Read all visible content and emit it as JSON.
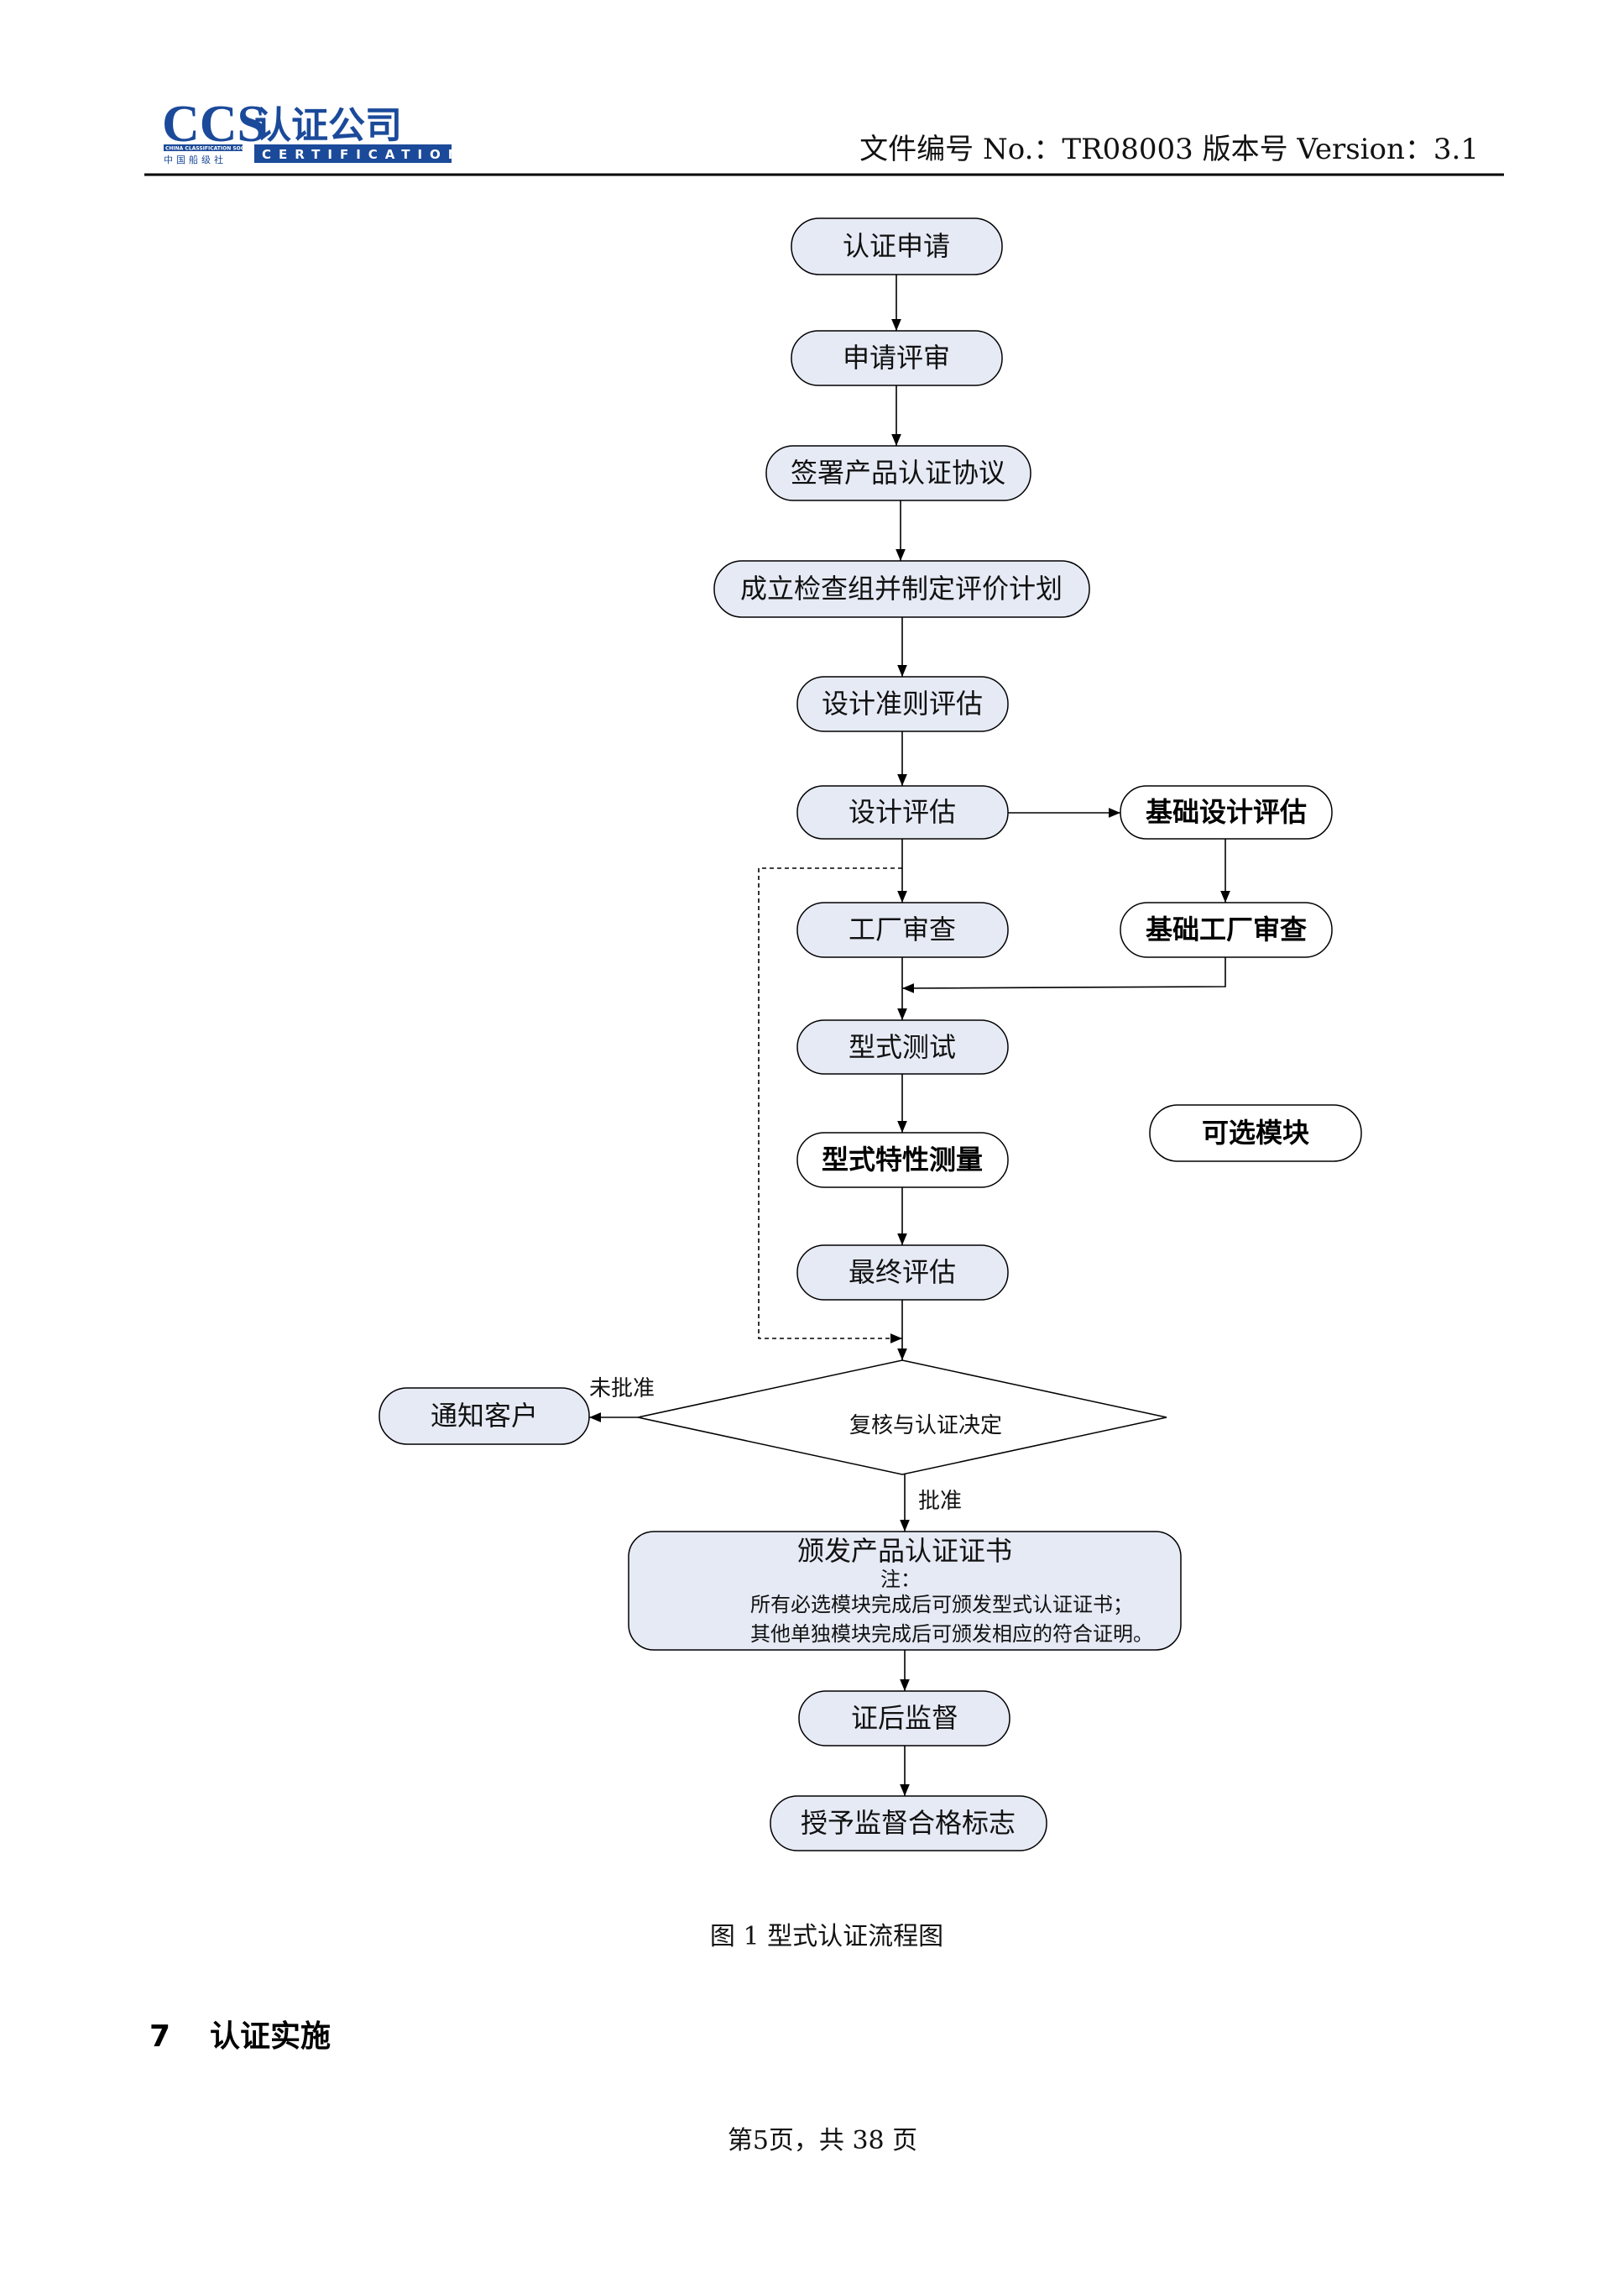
{
  "header": {
    "logo": {
      "abbr": "CCS",
      "company_cn": "认证公司",
      "society_en": "CHINA CLASSIFICATION SOCIETY",
      "society_cn": "中国船级社",
      "certification": "CERTIFICATION"
    },
    "doc_info": "文件编号 No.：TR08003   版本号 Version：3.1",
    "colors": {
      "brand_blue": "#1b4a9a",
      "brand_red": "#d0202a"
    }
  },
  "flowchart": {
    "colors": {
      "main_fill": "#e6eaf5",
      "optional_fill": "#ffffff",
      "stroke": "#000000"
    },
    "nodes": {
      "apply": "认证申请",
      "review": "申请评审",
      "sign": "签署产品认证协议",
      "team": "成立检查组并制定评价计划",
      "criteria": "设计准则评估",
      "design_eval": "设计评估",
      "basic_design": "基础设计评估",
      "factory": "工厂审查",
      "basic_factory": "基础工厂审查",
      "type_test": "型式测试",
      "type_measure": "型式特性测量",
      "optional_legend": "可选模块",
      "final_eval": "最终评估",
      "decision": "复核与认证决定",
      "notify": "通知客户",
      "issue": {
        "title": "颁发产品认证证书",
        "note_label": "注：",
        "note_lines": [
          "所有必选模块完成后可颁发型式认证证书；",
          "其他单独模块完成后可颁发相应的符合证明。"
        ]
      },
      "surveillance": "证后监督",
      "mark": "授予监督合格标志"
    },
    "edge_labels": {
      "rejected": "未批准",
      "approved": "批准"
    }
  },
  "caption": "图 1 型式认证流程图",
  "section": {
    "number": "7",
    "title": "认证实施"
  },
  "footer": {
    "page_text": "第5页，共 38 页"
  }
}
